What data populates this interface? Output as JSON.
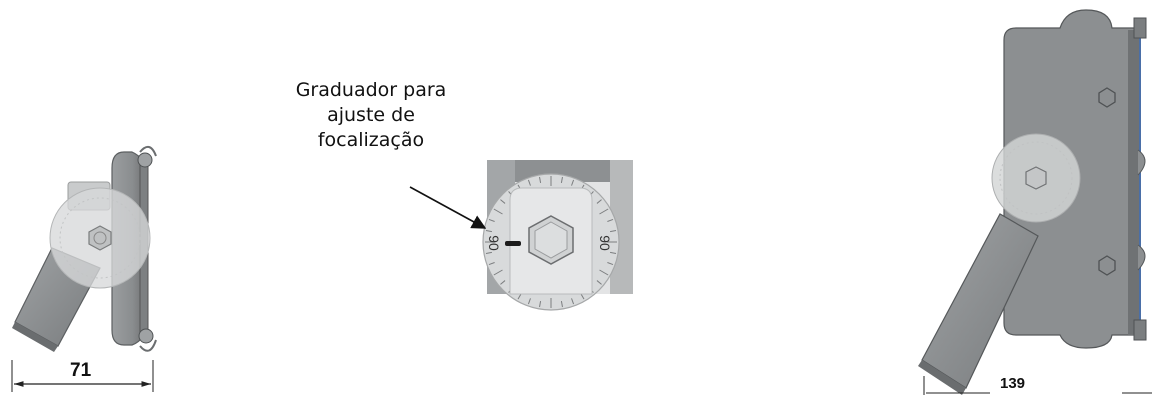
{
  "callout": {
    "lines": [
      "Graduador para",
      "ajuste de",
      "focalização"
    ]
  },
  "dimensions": {
    "side_view_width": "71",
    "front_view_width": "139"
  },
  "dial": {
    "scale_label_left": "90",
    "scale_label_right": "90"
  },
  "colors": {
    "housing": "#8f9294",
    "dial": "#d4d6d7",
    "arm": "#8a8d8f",
    "line": "#1a1a1a"
  }
}
